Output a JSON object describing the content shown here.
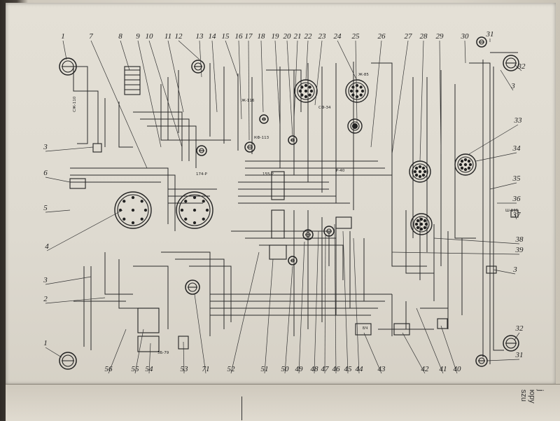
{
  "callouts_top": [
    "1",
    "7",
    "8",
    "9",
    "10",
    "11",
    "12",
    "13",
    "14",
    "15",
    "16",
    "17",
    "18",
    "19",
    "20",
    "21",
    "22",
    "23",
    "24",
    "25",
    "26",
    "27",
    "28",
    "29",
    "30",
    "31"
  ],
  "callouts_right": [
    "32",
    "3",
    "33",
    "34",
    "35",
    "36",
    "37",
    "38",
    "39",
    "3",
    "32",
    "31"
  ],
  "callouts_left": [
    "3",
    "6",
    "5",
    "4",
    "3",
    "2",
    "1"
  ],
  "callouts_bottom": [
    "56",
    "55",
    "54",
    "53",
    "71",
    "52",
    "51",
    "50",
    "49",
    "48",
    "47",
    "46",
    "45",
    "44",
    "43",
    "42",
    "41",
    "40"
  ],
  "wire_labels": [
    "СЖ-110",
    "Ж-85",
    "Ж-116",
    "КФ-113",
    "155-Р",
    "174-Р",
    "Р-40",
    "СФ-34",
    "БЧ",
    "Ш-115",
    "ЗБ-79"
  ],
  "lower_page_text": [
    "j",
    "юру",
    "szu"
  ]
}
